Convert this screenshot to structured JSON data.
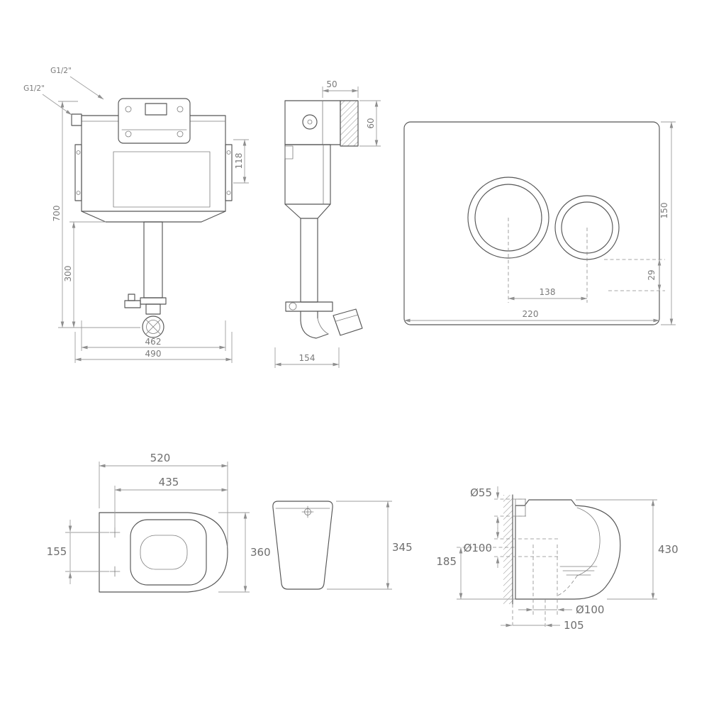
{
  "views": {
    "cistern_front": {
      "inlet_top_label": "G1/2\"",
      "inlet_side_label": "G1/2\"",
      "dim_height_total": "700",
      "dim_height_pipe": "300",
      "dim_bracket": "118",
      "dim_width_inner": "462",
      "dim_width_total": "490"
    },
    "cistern_side": {
      "dim_depth_flange": "50",
      "dim_flange_height": "60",
      "dim_depth_total": "154"
    },
    "flush_plate": {
      "dim_height": "150",
      "dim_button_offset": "29",
      "dim_button_spacing": "138",
      "dim_width": "220"
    },
    "pan_top": {
      "dim_length": "520",
      "dim_length_inner": "435",
      "dim_fixing_spacing": "155",
      "dim_width": "360"
    },
    "pan_front": {
      "dim_height": "345"
    },
    "pan_side": {
      "dim_inlet_diameter": "Ø55",
      "dim_outlet_diameter_wall": "Ø100",
      "dim_outlet_height": "185",
      "dim_height": "430",
      "dim_outlet_diameter_floor": "Ø100",
      "dim_outlet_offset": "105"
    }
  }
}
